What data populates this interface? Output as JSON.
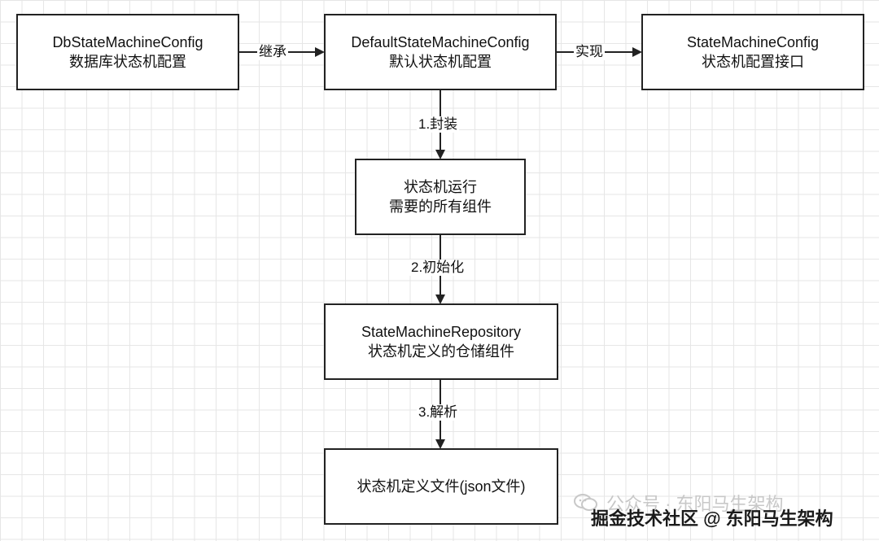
{
  "nodes": {
    "db_config": {
      "line1": "DbStateMachineConfig",
      "line2": "数据库状态机配置"
    },
    "default_config": {
      "line1": "DefaultStateMachineConfig",
      "line2": "默认状态机配置"
    },
    "config_interface": {
      "line1": "StateMachineConfig",
      "line2": "状态机配置接口"
    },
    "components": {
      "line1": "状态机运行",
      "line2": "需要的所有组件"
    },
    "repository": {
      "line1": "StateMachineRepository",
      "line2": "状态机定义的仓储组件"
    },
    "definition_file": {
      "line1": "状态机定义文件(json文件)"
    }
  },
  "edges": {
    "inherit": "继承",
    "implement": "实现",
    "wrap": "1.封装",
    "init": "2.初始化",
    "parse": "3.解析"
  },
  "watermark": {
    "faded": "公众号 · 东阳马生架构",
    "site": "掘金技术社区 @ 东阳马生架构"
  },
  "colors": {
    "line": "#222222",
    "grid": "#e6e6e6",
    "watermark_faded": "#c8c8c8"
  }
}
